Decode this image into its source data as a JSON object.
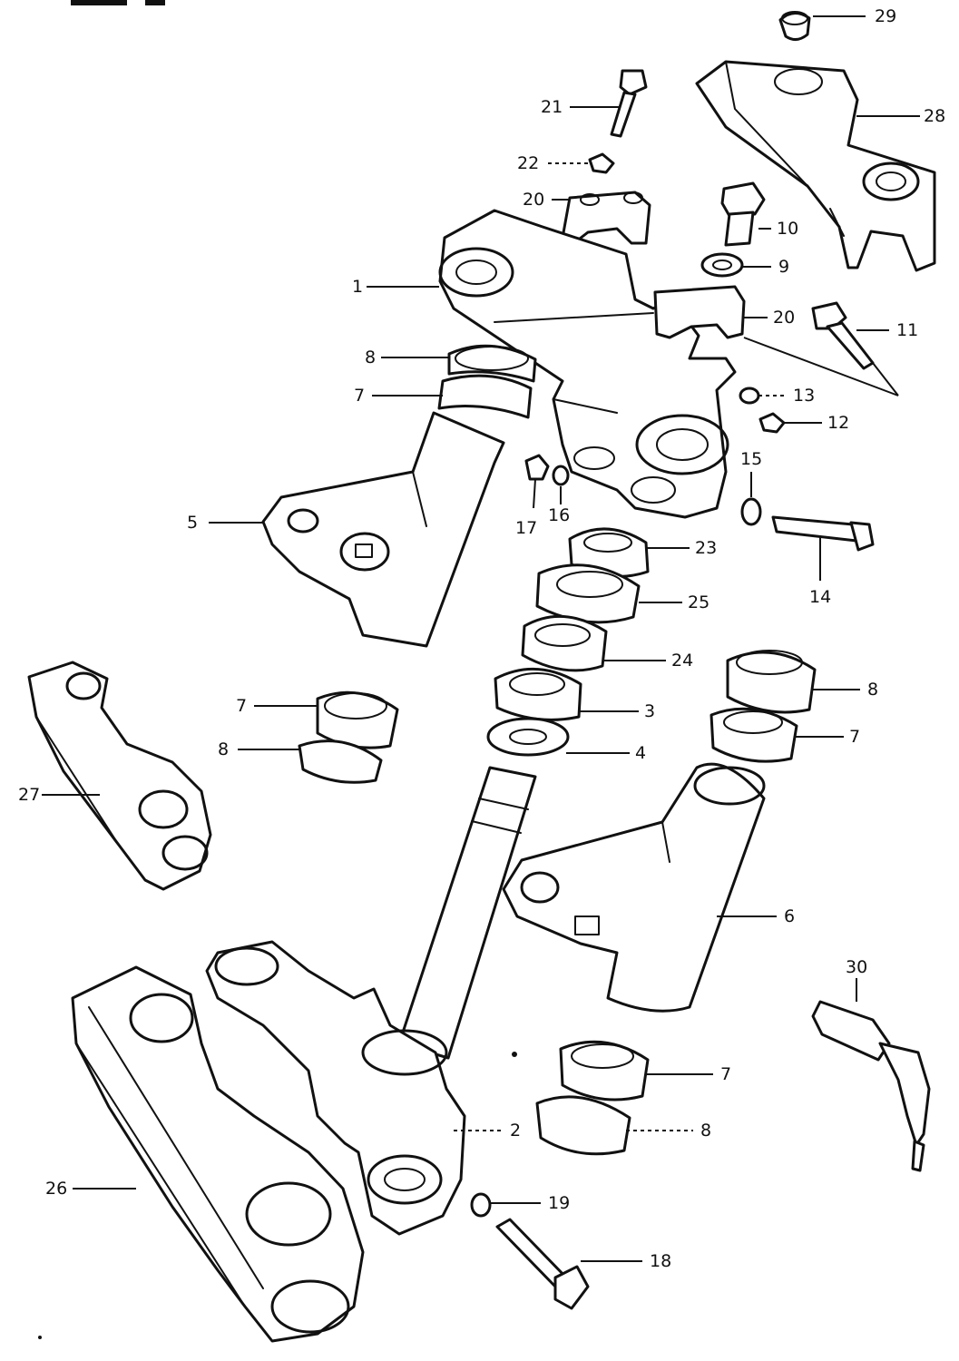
{
  "callouts": [
    {
      "id": "c1",
      "text": "1"
    },
    {
      "id": "c2",
      "text": "2"
    },
    {
      "id": "c3",
      "text": "3"
    },
    {
      "id": "c4",
      "text": "4"
    },
    {
      "id": "c5",
      "text": "5"
    },
    {
      "id": "c6",
      "text": "6"
    },
    {
      "id": "c7a",
      "text": "7"
    },
    {
      "id": "c7b",
      "text": "7"
    },
    {
      "id": "c7c",
      "text": "7"
    },
    {
      "id": "c7d",
      "text": "7"
    },
    {
      "id": "c8a",
      "text": "8"
    },
    {
      "id": "c8b",
      "text": "8"
    },
    {
      "id": "c8c",
      "text": "8"
    },
    {
      "id": "c8d",
      "text": "8"
    },
    {
      "id": "c9",
      "text": "9"
    },
    {
      "id": "c10",
      "text": "10"
    },
    {
      "id": "c11",
      "text": "11"
    },
    {
      "id": "c12",
      "text": "12"
    },
    {
      "id": "c13",
      "text": "13"
    },
    {
      "id": "c14",
      "text": "14"
    },
    {
      "id": "c15",
      "text": "15"
    },
    {
      "id": "c16",
      "text": "16"
    },
    {
      "id": "c17",
      "text": "17"
    },
    {
      "id": "c18",
      "text": "18"
    },
    {
      "id": "c19",
      "text": "19"
    },
    {
      "id": "c20a",
      "text": "20"
    },
    {
      "id": "c20b",
      "text": "20"
    },
    {
      "id": "c21",
      "text": "21"
    },
    {
      "id": "c22",
      "text": "22"
    },
    {
      "id": "c23",
      "text": "23"
    },
    {
      "id": "c24",
      "text": "24"
    },
    {
      "id": "c25",
      "text": "25"
    },
    {
      "id": "c26",
      "text": "26"
    },
    {
      "id": "c27",
      "text": "27"
    },
    {
      "id": "c28",
      "text": "28"
    },
    {
      "id": "c29",
      "text": "29"
    },
    {
      "id": "c30",
      "text": "30"
    }
  ]
}
